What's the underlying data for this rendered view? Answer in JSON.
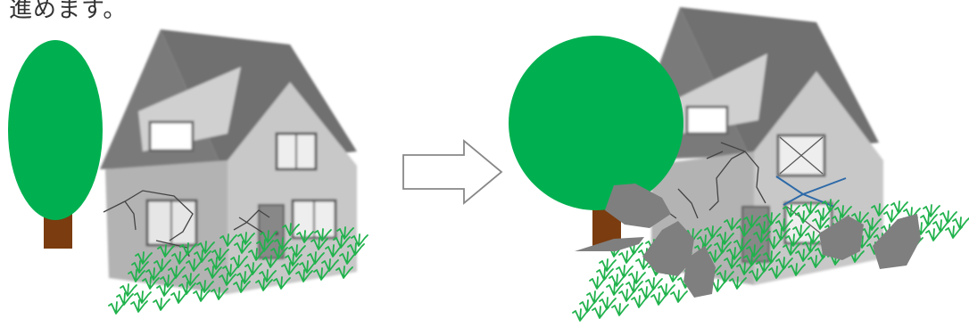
{
  "caption": {
    "text": "進めます。"
  },
  "colors": {
    "foliage": "#00b050",
    "trunk": "#7b3c0f",
    "roof": "#6f6f6f",
    "wall": "#c8c8c8",
    "wall_shade": "#a9a9a9",
    "grass": "#21b24d",
    "rock": "#7f7f7f",
    "crack": "#333333",
    "window_cross": "#2e6aa8",
    "arrow_outline": "#888888"
  },
  "illustrations": [
    {
      "name": "house-before",
      "state": "maintained"
    },
    {
      "name": "house-after",
      "state": "neglected"
    }
  ],
  "arrow": {
    "direction": "right"
  }
}
